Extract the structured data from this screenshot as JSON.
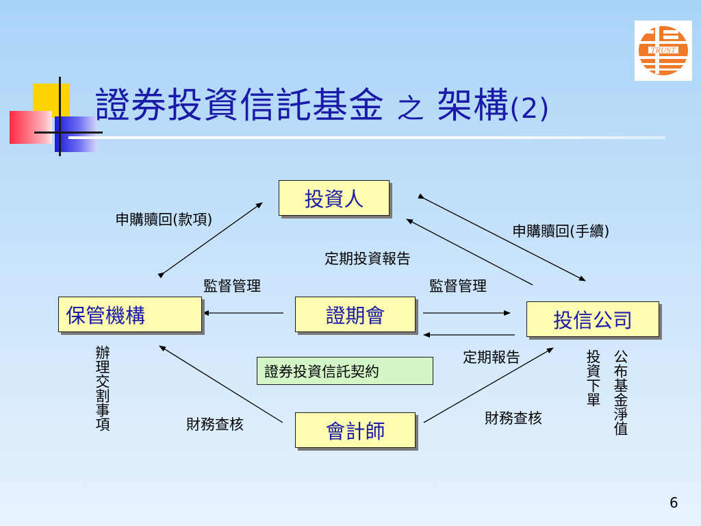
{
  "slide": {
    "title_main": "證券投資信託基金",
    "title_conj": "之",
    "title_tail": "架構",
    "title_num": "(2)",
    "page_number": "6"
  },
  "logo": {
    "text": "TRUST",
    "color": "#f07a2a"
  },
  "nodes": {
    "investor": "投資人",
    "custodian": "保管機構",
    "sfc": "證期會",
    "trust_company": "投信公司",
    "accountant": "會計師"
  },
  "contract": "證券投資信託契約",
  "labels": {
    "subscribe_funds": "申購贖回(款項)",
    "subscribe_procedure": "申購贖回(手續)",
    "periodic_investment_report": "定期投資報告",
    "supervise_left": "監督管理",
    "supervise_right": "監督管理",
    "periodic_report": "定期報告",
    "audit_left": "財務查核",
    "audit_right": "財務查核",
    "handle_settlement": "辦理交割事項",
    "investment_orders": "投資下單",
    "publish_nav": "公布基金淨值"
  },
  "colors": {
    "title": "#1a1aa8",
    "box_fill": "#fefcb0",
    "contract_fill": "#d4f7c8"
  }
}
